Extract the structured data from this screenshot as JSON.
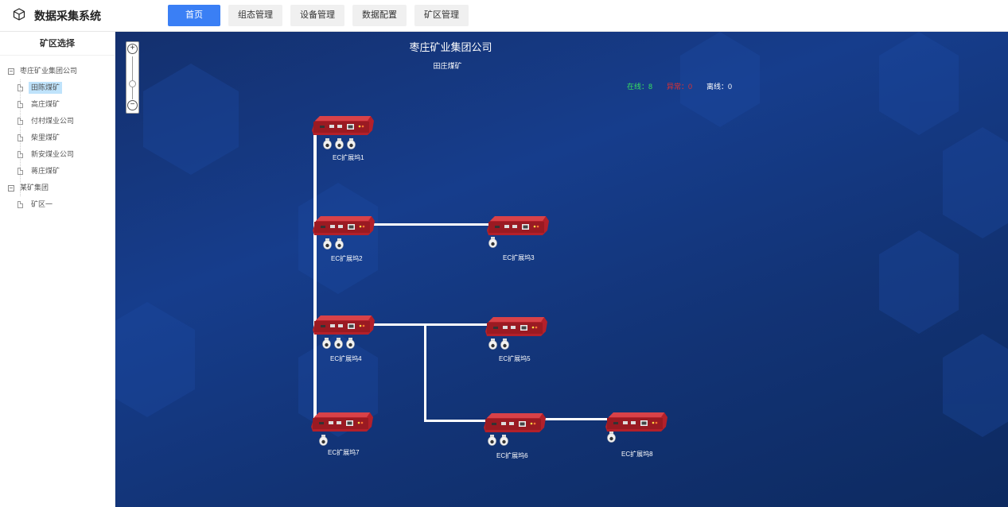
{
  "app": {
    "title": "数据采集系统",
    "logo_icon": "cube-icon"
  },
  "nav": [
    {
      "label": "首页",
      "active": true
    },
    {
      "label": "组态管理",
      "active": false
    },
    {
      "label": "设备管理",
      "active": false
    },
    {
      "label": "数据配置",
      "active": false
    },
    {
      "label": "矿区管理",
      "active": false
    }
  ],
  "sidebar": {
    "title": "矿区选择",
    "groups": [
      {
        "label": "枣庄矿业集团公司",
        "items": [
          "田陈煤矿",
          "高庄煤矿",
          "付村煤业公司",
          "柴里煤矿",
          "新安煤业公司",
          "蒋庄煤矿"
        ],
        "selected": "田陈煤矿"
      },
      {
        "label": "某矿集团",
        "items": [
          "矿区一"
        ]
      }
    ]
  },
  "canvas": {
    "title": "枣庄矿业集团公司",
    "subtitle": "田庄煤矿",
    "status": {
      "online": "在线：8",
      "abnormal": "异常：0",
      "offline": "离线：0"
    },
    "colors": {
      "online": "#39e060",
      "abnormal": "#e03030",
      "offline": "#ffffff",
      "device": "#b3202a"
    },
    "devices": [
      {
        "label": "EC扩展坞1",
        "cameras": 3
      },
      {
        "label": "EC扩展坞2",
        "cameras": 2
      },
      {
        "label": "EC扩展坞3",
        "cameras": 1
      },
      {
        "label": "EC扩展坞4",
        "cameras": 3
      },
      {
        "label": "EC扩展坞5",
        "cameras": 2
      },
      {
        "label": "EC扩展坞6",
        "cameras": 2
      },
      {
        "label": "EC扩展坞7",
        "cameras": 1
      },
      {
        "label": "EC扩展坞8",
        "cameras": 1
      }
    ]
  }
}
